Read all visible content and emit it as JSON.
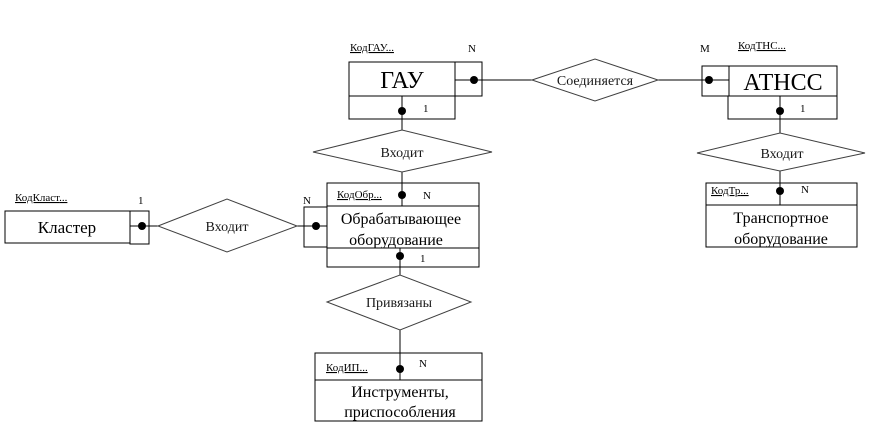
{
  "entities": {
    "gau": {
      "name": "ГАУ",
      "key": "КодГАУ",
      "key_ellipsis": "...",
      "card_side": "N",
      "card_bottom": "1"
    },
    "atnss": {
      "name": "АТНСС",
      "key": "КодТНС",
      "key_ellipsis": "...",
      "card_side": "M",
      "card_bottom": "1"
    },
    "cluster": {
      "name": "Кластер",
      "key": "КодКласт",
      "key_ellipsis": "...",
      "card_side": "1"
    },
    "processing": {
      "name_line1": "Обрабатывающее",
      "name_line2": "оборудование",
      "key": "КодОбр",
      "key_ellipsis": "...",
      "card_top": "N",
      "card_side": "N",
      "card_bottom": "1"
    },
    "transport": {
      "name_line1": "Транспортное",
      "name_line2": "оборудование",
      "key": "КодТр",
      "key_ellipsis": "...",
      "card_top": "N"
    },
    "tools": {
      "name_line1": "Инструменты,",
      "name_line2": "приспособления",
      "key": "КодИП",
      "key_ellipsis": "...",
      "card_top": "N"
    }
  },
  "relationships": {
    "connects": "Соединяется",
    "gau_includes": "Входит",
    "atnss_includes": "Входит",
    "cluster_includes": "Входит",
    "bound": "Привязаны"
  }
}
